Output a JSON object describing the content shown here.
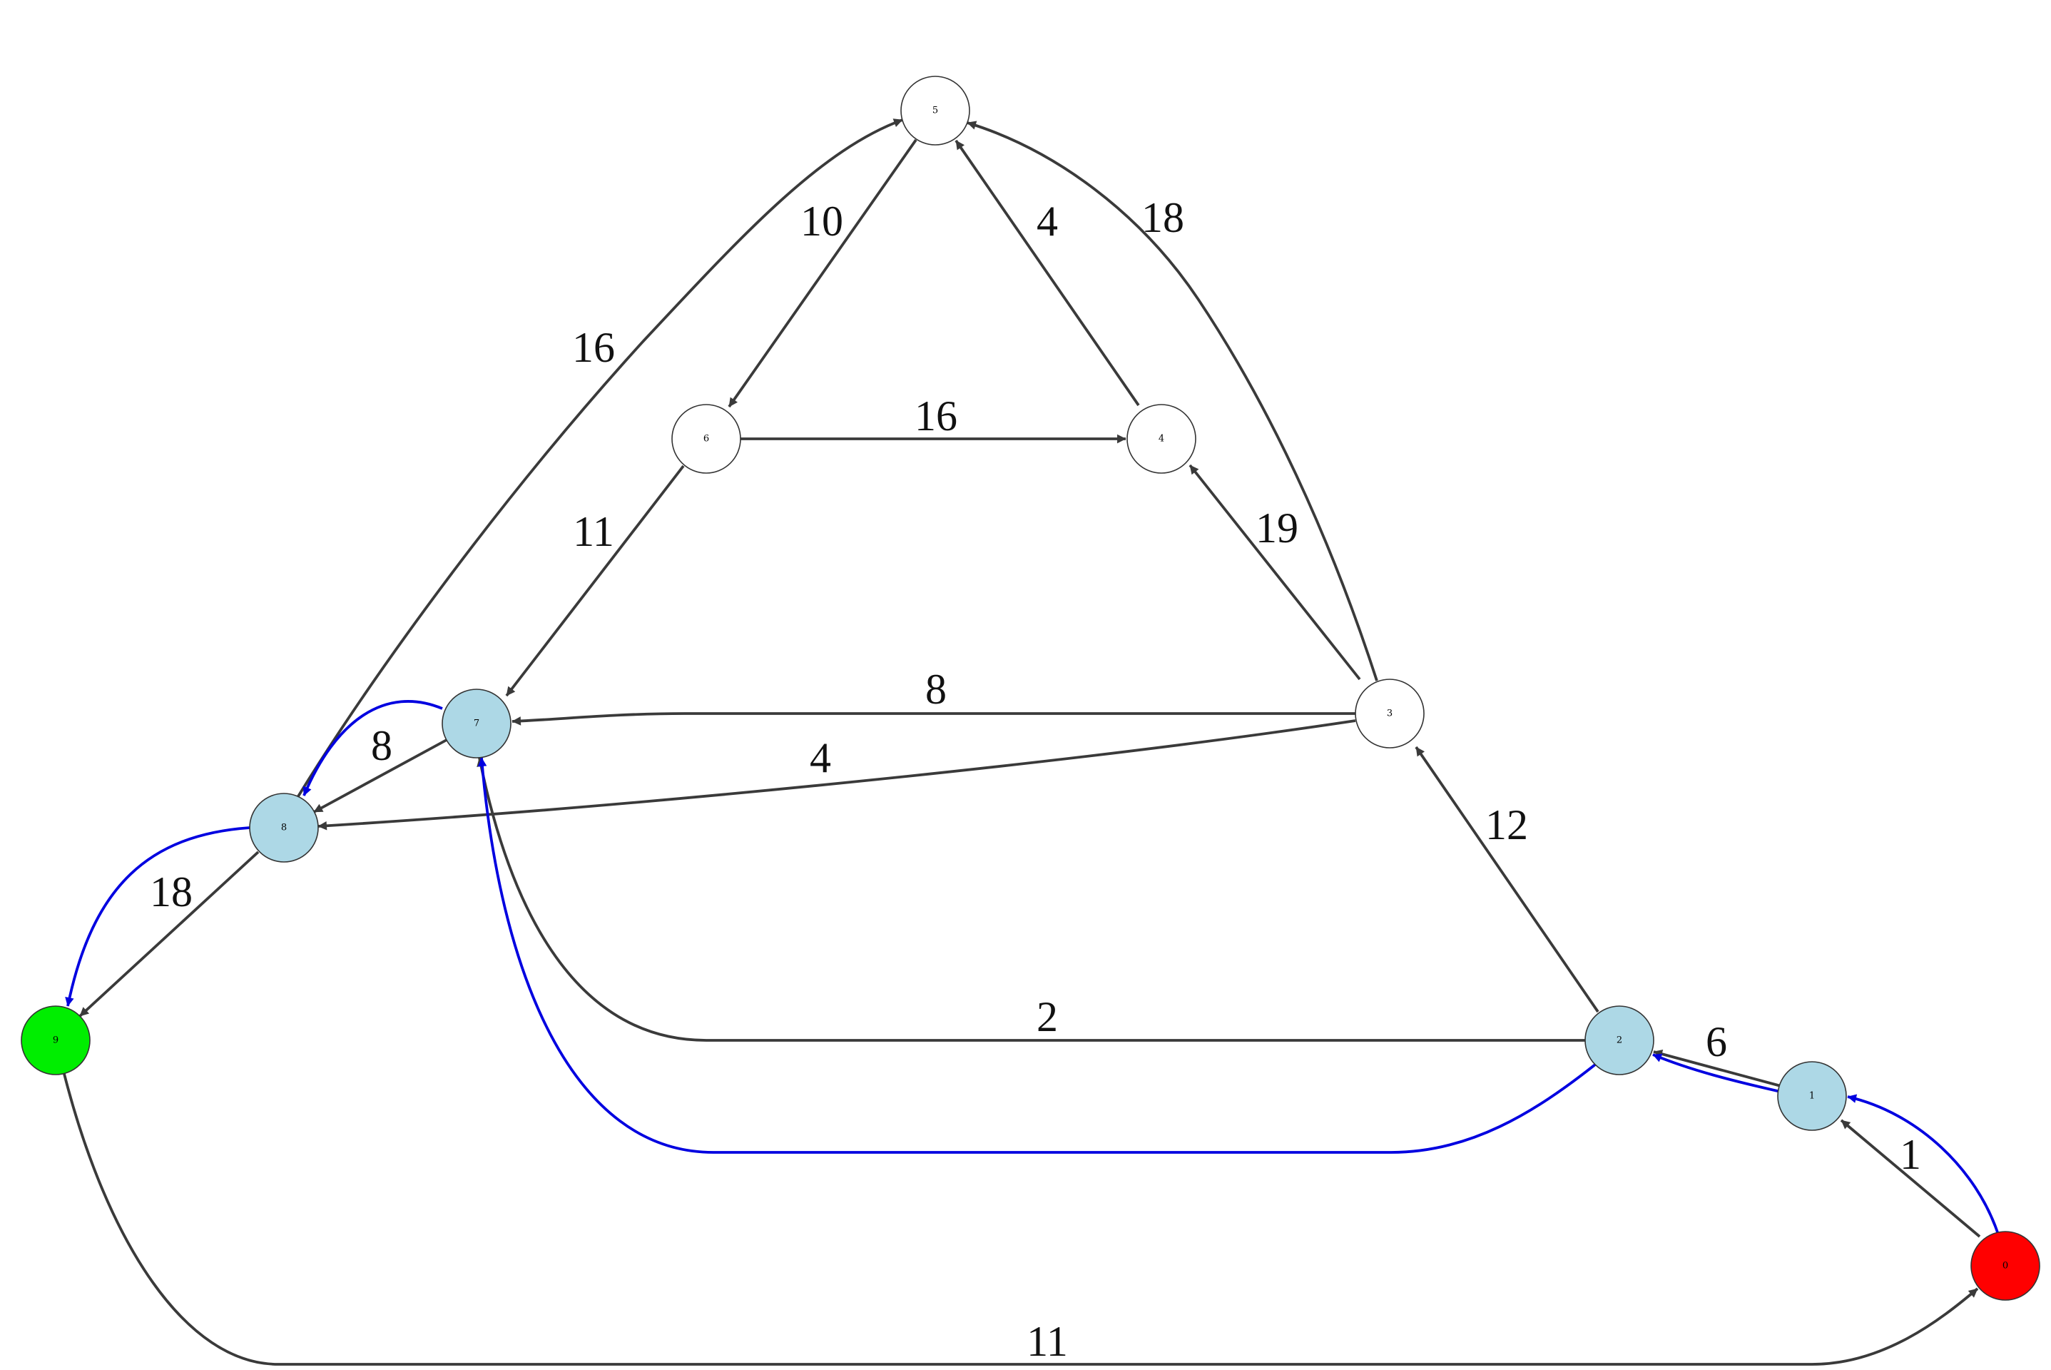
{
  "colors": {
    "edge_default": "#3a3a3a",
    "edge_path": "#0000e0",
    "node_default": "#ffffff",
    "node_visited": "#add8e6",
    "node_start": "#ff0000",
    "node_end": "#00ee00"
  },
  "nodes": [
    {
      "id": "0",
      "label": "0",
      "state": "start"
    },
    {
      "id": "1",
      "label": "1",
      "state": "visited"
    },
    {
      "id": "2",
      "label": "2",
      "state": "visited"
    },
    {
      "id": "3",
      "label": "3",
      "state": "default"
    },
    {
      "id": "4",
      "label": "4",
      "state": "default"
    },
    {
      "id": "5",
      "label": "5",
      "state": "default"
    },
    {
      "id": "6",
      "label": "6",
      "state": "default"
    },
    {
      "id": "7",
      "label": "7",
      "state": "visited"
    },
    {
      "id": "8",
      "label": "8",
      "state": "visited"
    },
    {
      "id": "9",
      "label": "9",
      "state": "end"
    }
  ],
  "edges": [
    {
      "id": "e0-1",
      "from": "0",
      "to": "1",
      "weight": "1",
      "highlighted": false
    },
    {
      "id": "e0-1-path",
      "from": "0",
      "to": "1",
      "weight": "",
      "highlighted": true
    },
    {
      "id": "e1-2",
      "from": "1",
      "to": "2",
      "weight": "6",
      "highlighted": false
    },
    {
      "id": "e1-2-path",
      "from": "1",
      "to": "2",
      "weight": "",
      "highlighted": true
    },
    {
      "id": "e2-3",
      "from": "2",
      "to": "3",
      "weight": "12",
      "highlighted": false
    },
    {
      "id": "e2-7",
      "from": "2",
      "to": "7",
      "weight": "2",
      "highlighted": false
    },
    {
      "id": "e2-7-path",
      "from": "2",
      "to": "7",
      "weight": "",
      "highlighted": true
    },
    {
      "id": "e3-4",
      "from": "3",
      "to": "4",
      "weight": "19",
      "highlighted": false
    },
    {
      "id": "e3-5",
      "from": "3",
      "to": "5",
      "weight": "18",
      "highlighted": false
    },
    {
      "id": "e3-7",
      "from": "3",
      "to": "7",
      "weight": "8",
      "highlighted": false
    },
    {
      "id": "e3-8",
      "from": "3",
      "to": "8",
      "weight": "4",
      "highlighted": false
    },
    {
      "id": "e4-5",
      "from": "4",
      "to": "5",
      "weight": "4",
      "highlighted": false
    },
    {
      "id": "e5-6",
      "from": "5",
      "to": "6",
      "weight": "10",
      "highlighted": false
    },
    {
      "id": "e6-4",
      "from": "6",
      "to": "4",
      "weight": "16",
      "highlighted": false
    },
    {
      "id": "e6-7",
      "from": "6",
      "to": "7",
      "weight": "11",
      "highlighted": false
    },
    {
      "id": "e7-8",
      "from": "7",
      "to": "8",
      "weight": "8",
      "highlighted": false
    },
    {
      "id": "e7-8-path",
      "from": "7",
      "to": "8",
      "weight": "",
      "highlighted": true
    },
    {
      "id": "e8-5",
      "from": "8",
      "to": "5",
      "weight": "16",
      "highlighted": false
    },
    {
      "id": "e8-9",
      "from": "8",
      "to": "9",
      "weight": "18",
      "highlighted": false
    },
    {
      "id": "e8-9-path",
      "from": "8",
      "to": "9",
      "weight": "",
      "highlighted": true
    },
    {
      "id": "e9-0",
      "from": "9",
      "to": "0",
      "weight": "11",
      "highlighted": false
    }
  ]
}
